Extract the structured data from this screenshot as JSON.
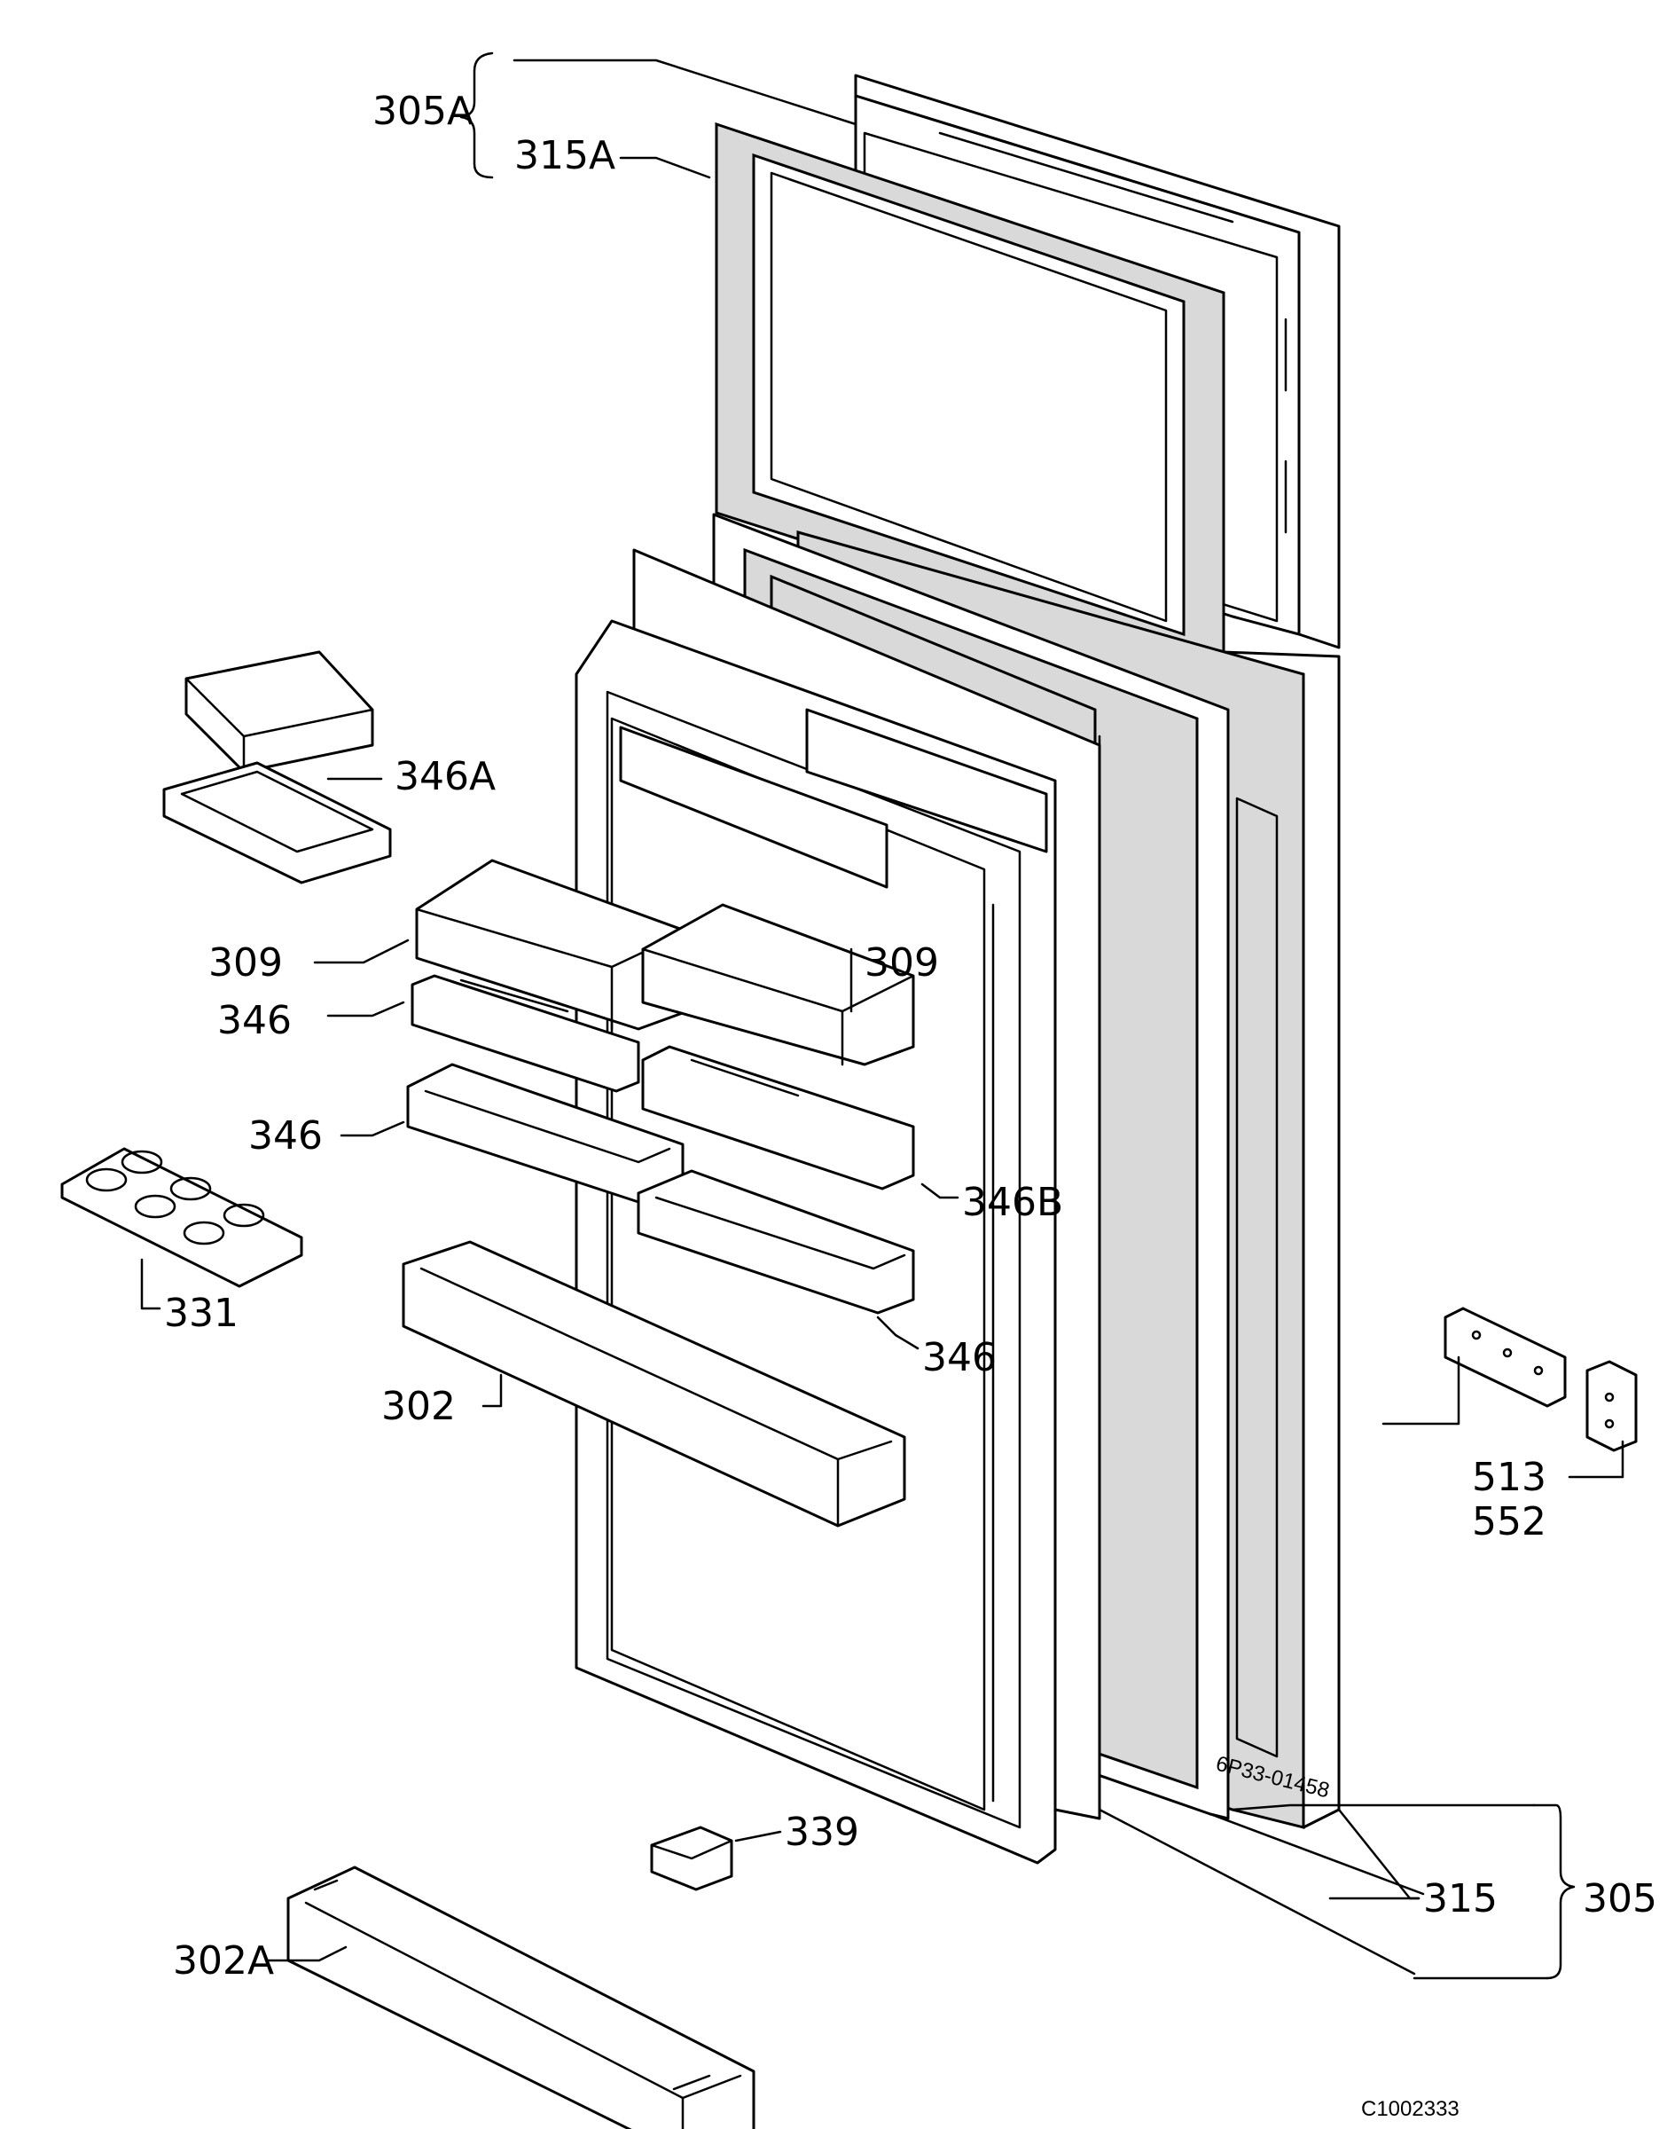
{
  "labels": {
    "l305a": "305A",
    "l315a": "315A",
    "l346a": "346A",
    "l309a": "309",
    "l309b": "309",
    "l346_1": "346",
    "l346_2": "346",
    "l346b": "346B",
    "l346_3": "346",
    "l331": "331",
    "l302": "302",
    "l302a": "302A",
    "l339": "339",
    "l315": "315",
    "l305": "305",
    "l513": "513",
    "l552": "552"
  },
  "stamp": "6P33-01458",
  "figure_code": "C1002333",
  "colors": {
    "ink": "#000000",
    "paper": "#ffffff",
    "insulation": "#d9d9d9"
  }
}
